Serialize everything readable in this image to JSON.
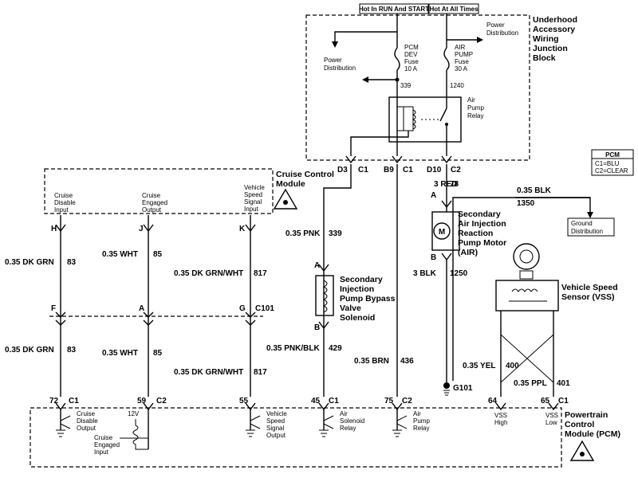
{
  "power": {
    "hot_run_start": "Hot In RUN And START",
    "hot_all_times": "Hot At All Times"
  },
  "underhood": {
    "title_lines": [
      "Underhood",
      "Accessory",
      "Wiring",
      "Junction",
      "Block"
    ],
    "power_dist_left": [
      "Power",
      "Distribution"
    ],
    "power_dist_right": [
      "Power",
      "Distribution"
    ],
    "pcm_fuse": [
      "PCM",
      "DEV",
      "Fuse",
      "10 A"
    ],
    "air_fuse": [
      "AIR",
      "PUMP",
      "Fuse",
      "30 A"
    ],
    "circuit_339": "339",
    "circuit_1240": "1240",
    "relay_label": [
      "Air",
      "Pump",
      "Relay"
    ]
  },
  "connectors": {
    "d3": "D3",
    "c1a": "C1",
    "b9": "B9",
    "c1b": "C1",
    "d10": "D10",
    "c2a": "C2"
  },
  "pcm_legend": {
    "title": "PCM",
    "c1": "C1=BLU",
    "c2": "C2=CLEAR"
  },
  "cruise": {
    "title_lines": [
      "Cruise Control",
      "Module"
    ],
    "inputs": [
      [
        "Cruise",
        "Disable",
        "Input"
      ],
      [
        "Cruise",
        "Engaged",
        "Output"
      ],
      [
        "Vehicle",
        "Speed",
        "Signal",
        "Input"
      ]
    ],
    "pins": [
      "H",
      "J",
      "K"
    ]
  },
  "wires": {
    "w83_top": [
      "0.35 DK GRN",
      "83"
    ],
    "w85_top": [
      "0.35 WHT",
      "85"
    ],
    "w817_top": [
      "0.35 DK GRN/WHT",
      "817"
    ],
    "w83_bot": [
      "0.35 DK GRN",
      "83"
    ],
    "w85_bot": [
      "0.35 WHT",
      "85"
    ],
    "w817_bot": [
      "0.35 DK GRN/WHT",
      "817"
    ],
    "w339": [
      "0.35 PNK",
      "339"
    ],
    "w429": [
      "0.35 PNK/BLK",
      "429"
    ],
    "w436": [
      "0.35 BRN",
      "436"
    ],
    "w78": [
      "3 RED",
      "78"
    ],
    "w1250": [
      "3 BLK",
      "1250"
    ],
    "w1350": [
      "0.35 BLK",
      "1350"
    ],
    "w400": [
      "0.35 YEL",
      "400"
    ],
    "w401": [
      "0.35 PPL",
      "401"
    ]
  },
  "c101": {
    "pins": [
      "F",
      "A",
      "G"
    ],
    "label": "C101"
  },
  "solenoid": {
    "pin_a": "A",
    "pin_b": "B",
    "label_lines": [
      "Secondary",
      "Injection",
      "Pump Bypass",
      "Valve",
      "Solenoid"
    ]
  },
  "motor": {
    "pin_a": "A",
    "pin_b": "B",
    "symbol": "M",
    "label_lines": [
      "Secondary",
      "Air Injection",
      "Reaction",
      "Pump Motor",
      "(AIR)"
    ]
  },
  "ground": {
    "dist_lines": [
      "Ground",
      "Distribution"
    ],
    "g101": "G101"
  },
  "vss": {
    "label_lines": [
      "Vehicle Speed",
      "Sensor (VSS)"
    ]
  },
  "pcm": {
    "pins": [
      {
        "num": "72",
        "conn": "C1"
      },
      {
        "num": "59",
        "conn": "C2"
      },
      {
        "num": "55",
        "conn": ""
      },
      {
        "num": "45",
        "conn": "C1"
      },
      {
        "num": "75",
        "conn": "C2"
      },
      {
        "num": "64",
        "conn": ""
      },
      {
        "num": "65",
        "conn": "C1"
      }
    ],
    "internal": {
      "cruise_disable_output": [
        "Cruise",
        "Disable",
        "Output"
      ],
      "volt": "12V",
      "cruise_engaged_input": [
        "Cruise",
        "Engaged",
        "Input"
      ],
      "vss_output": [
        "Vehicle",
        "Speed",
        "Signal",
        "Output"
      ],
      "air_solenoid_relay": [
        "Air",
        "Solenoid",
        "Relay"
      ],
      "air_pump_relay": [
        "Air",
        "Pump",
        "Relay"
      ],
      "vss_high": [
        "VSS",
        "High"
      ],
      "vss_low": [
        "VSS",
        "Low"
      ]
    },
    "title_lines": [
      "Powertrain",
      "Control",
      "Module (PCM)"
    ]
  }
}
